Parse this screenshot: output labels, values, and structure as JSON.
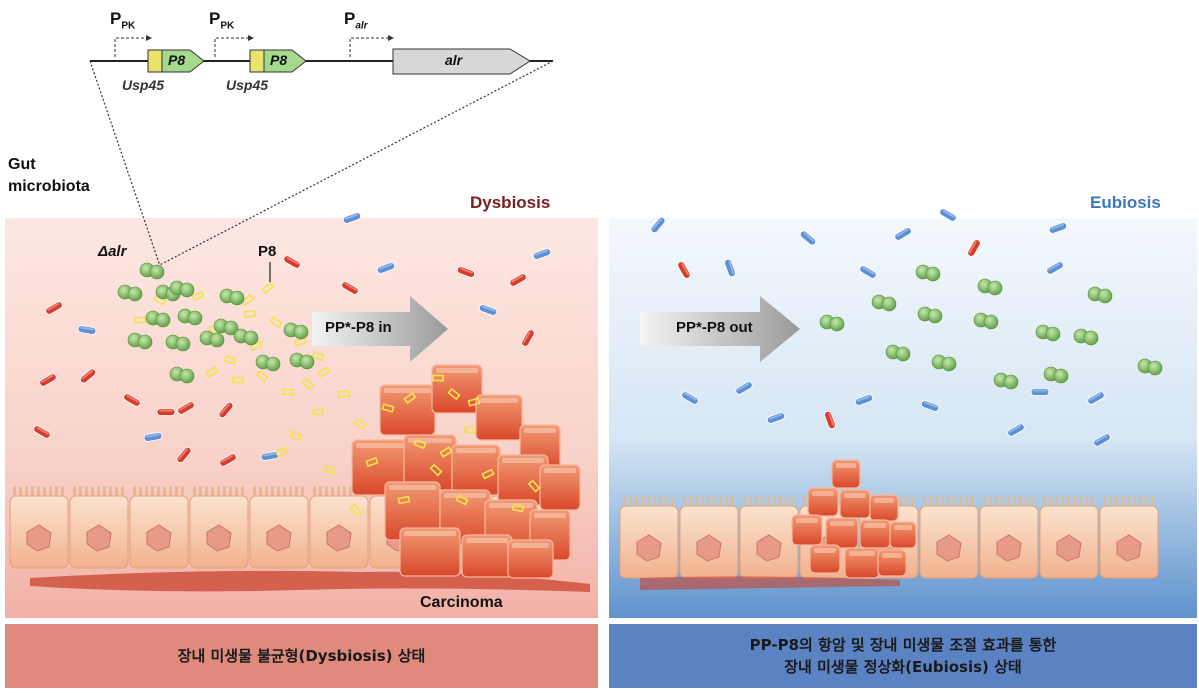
{
  "construct": {
    "promoter_label": "P",
    "promoter_sub_pk": "PK",
    "promoter_sub_alr": "alr",
    "signal_label": "Usp45",
    "gene_p8": "P8",
    "gene_alr": "alr"
  },
  "left_panel": {
    "gut_microbiota": [
      "Gut",
      "microbiota"
    ],
    "state_title": "Dysbiosis",
    "strain_label": "Δalr",
    "p8_label": "P8",
    "arrow_label": "PP*-P8 in",
    "tumor_label": "Carcinoma",
    "caption": "장내 미생물 불균형(Dysbiosis) 상태"
  },
  "right_panel": {
    "state_title": "Eubiosis",
    "arrow_label": "PP*-P8 out",
    "caption_lines": [
      "PP-P8의 항암 및 장내 미생물 조절 효과를 통한",
      "장내 미생물 정상화(Eubiosis) 상태"
    ]
  },
  "colors": {
    "dysbiosis_title": "#7a1f1f",
    "eubiosis_title": "#3a77c0",
    "left_caption_bg": "#e08a7e",
    "right_caption_bg": "#5b83c4",
    "left_bg_top": "#fde6e2",
    "left_bg_bottom": "#f3b3aa",
    "right_bg_top": "#eef5fb",
    "right_bg_bottom": "#6f9fd2",
    "p8_gene": "#a6d98c",
    "signal_box": "#e9e36c",
    "alr_gene": "#d7d7d7",
    "red_bacteria": "#d93a2a",
    "blue_bacteria": "#5b8fd6",
    "green_bacteria": "#7fbf5e",
    "p8_peptide": "#f4e34a",
    "cell": "#f6c9a8",
    "tumor": "#e86a45"
  }
}
